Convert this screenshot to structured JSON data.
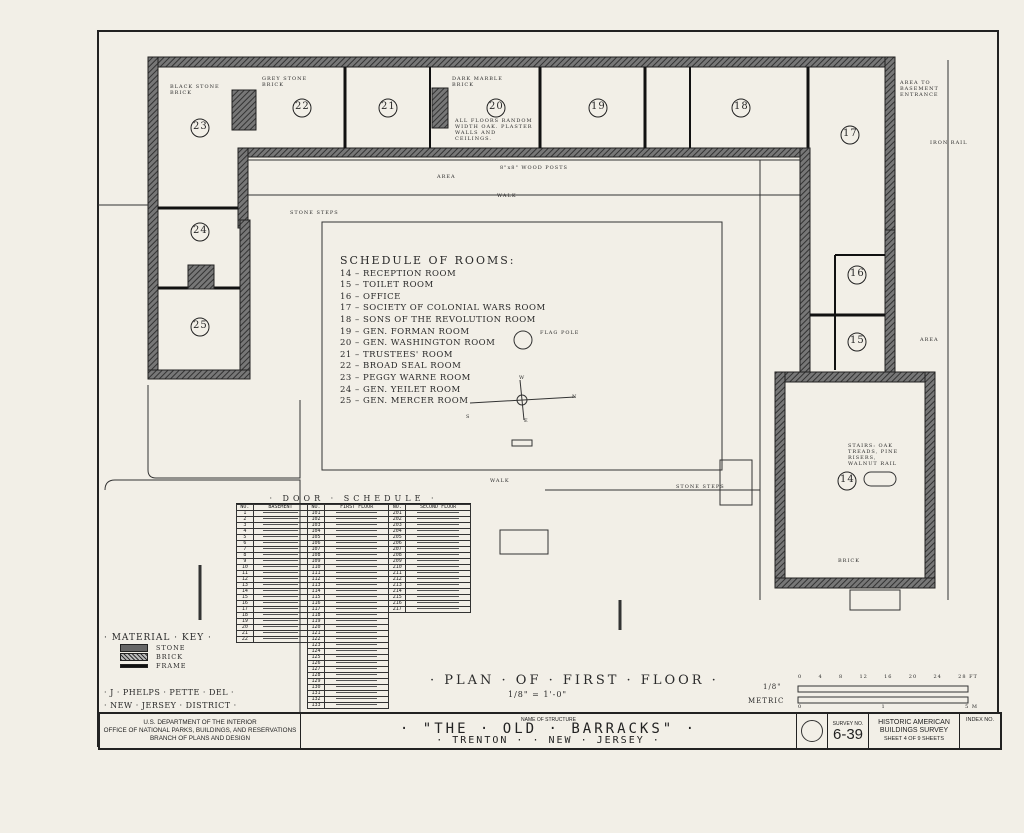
{
  "plan": {
    "title": "· PLAN · OF · FIRST · FLOOR ·",
    "scale": "1/8\" = 1'-0\"",
    "rooms": [
      "14",
      "15",
      "16",
      "17",
      "18",
      "19",
      "20",
      "21",
      "22",
      "23",
      "24",
      "25"
    ],
    "labels": {
      "walk": "WALK",
      "area": "AREA",
      "stone_steps": "STONE STEPS",
      "iron_rail": "IRON RAIL",
      "flag_pole": "FLAG POLE",
      "grey_stone_brick": "GREY STONE BRICK",
      "black_stone_brick": "BLACK STONE BRICK",
      "dark_marble_brick": "DARK MARBLE BRICK",
      "floors_note": "ALL FLOORS RANDOM WIDTH OAK. PLASTER WALLS AND CEILINGS.",
      "stairs_note": "STAIRS: OAK TREADS, PINE RISERS, WALNUT RAIL",
      "brick": "BRICK",
      "wood_posts": "8\"x8\" WOOD POSTS",
      "area_to_basement": "AREA TO BASEMENT ENTRANCE"
    },
    "compass": {
      "n": "N",
      "s": "S",
      "e": "E",
      "w": "W"
    }
  },
  "schedule_of_rooms": {
    "title": "SCHEDULE OF ROOMS:",
    "items": [
      "14 – RECEPTION ROOM",
      "15 – TOILET ROOM",
      "16 – OFFICE",
      "17 – SOCIETY OF COLONIAL WARS ROOM",
      "18 – SONS OF THE REVOLUTION ROOM",
      "19 – GEN. FORMAN ROOM",
      "20 – GEN. WASHINGTON ROOM",
      "21 – TRUSTEES' ROOM",
      "22 – BROAD SEAL ROOM",
      "23 – PEGGY WARNE ROOM",
      "24 – GEN. YEILET ROOM",
      "25 – GEN. MERCER ROOM"
    ]
  },
  "door_schedule": {
    "title": "· DOOR · SCHEDULE ·",
    "headers": [
      "NO.",
      "BASEMENT",
      "NO.",
      "FIRST FLOOR",
      "NO.",
      "SECOND FLOOR"
    ],
    "basement_nos": [
      "1",
      "2",
      "3",
      "4",
      "5",
      "6",
      "7",
      "8",
      "9",
      "10",
      "11",
      "12",
      "13",
      "14",
      "15",
      "16",
      "17",
      "18",
      "19",
      "20",
      "21",
      "22"
    ],
    "first_floor_nos": [
      "101",
      "102",
      "103",
      "104",
      "105",
      "106",
      "107",
      "108",
      "109",
      "110",
      "111",
      "112",
      "113",
      "114",
      "115",
      "116",
      "117",
      "118",
      "119",
      "120",
      "121",
      "122",
      "123",
      "124",
      "125",
      "126",
      "127",
      "128",
      "129",
      "130",
      "131",
      "132",
      "133"
    ],
    "second_floor_nos": [
      "201",
      "202",
      "203",
      "204",
      "205",
      "206",
      "207",
      "208",
      "209",
      "210",
      "211",
      "212",
      "213",
      "214",
      "215",
      "216",
      "217"
    ]
  },
  "material_key": {
    "title": "· MATERIAL · KEY ·",
    "items": [
      "STONE",
      "BRICK",
      "FRAME"
    ]
  },
  "delineator": [
    "· J · PHELPS · PETTE · DEL ·",
    "· NEW · JERSEY · DISTRICT ·"
  ],
  "scale_bar": {
    "label": "1/8\"",
    "metric_label": "METRIC",
    "ticks": [
      "0",
      "4",
      "8",
      "12",
      "16",
      "20",
      "24",
      "28 FT"
    ],
    "metric_ticks": [
      "0",
      "1",
      "5 M"
    ]
  },
  "title_block": {
    "agency": [
      "U.S. DEPARTMENT OF THE INTERIOR",
      "OFFICE OF NATIONAL PARKS, BUILDINGS, AND RESERVATIONS",
      "BRANCH OF PLANS AND DESIGN"
    ],
    "name_label": "NAME OF STRUCTURE",
    "name": "· \"THE · OLD · BARRACKS\" ·",
    "location": "· TRENTON · · NEW · JERSEY ·",
    "survey_label": "SURVEY NO.",
    "survey_no": "6-39",
    "habs": [
      "HISTORIC AMERICAN",
      "BUILDINGS SURVEY"
    ],
    "sheet": "SHEET 4 OF 9 SHEETS",
    "index_label": "INDEX NO."
  }
}
